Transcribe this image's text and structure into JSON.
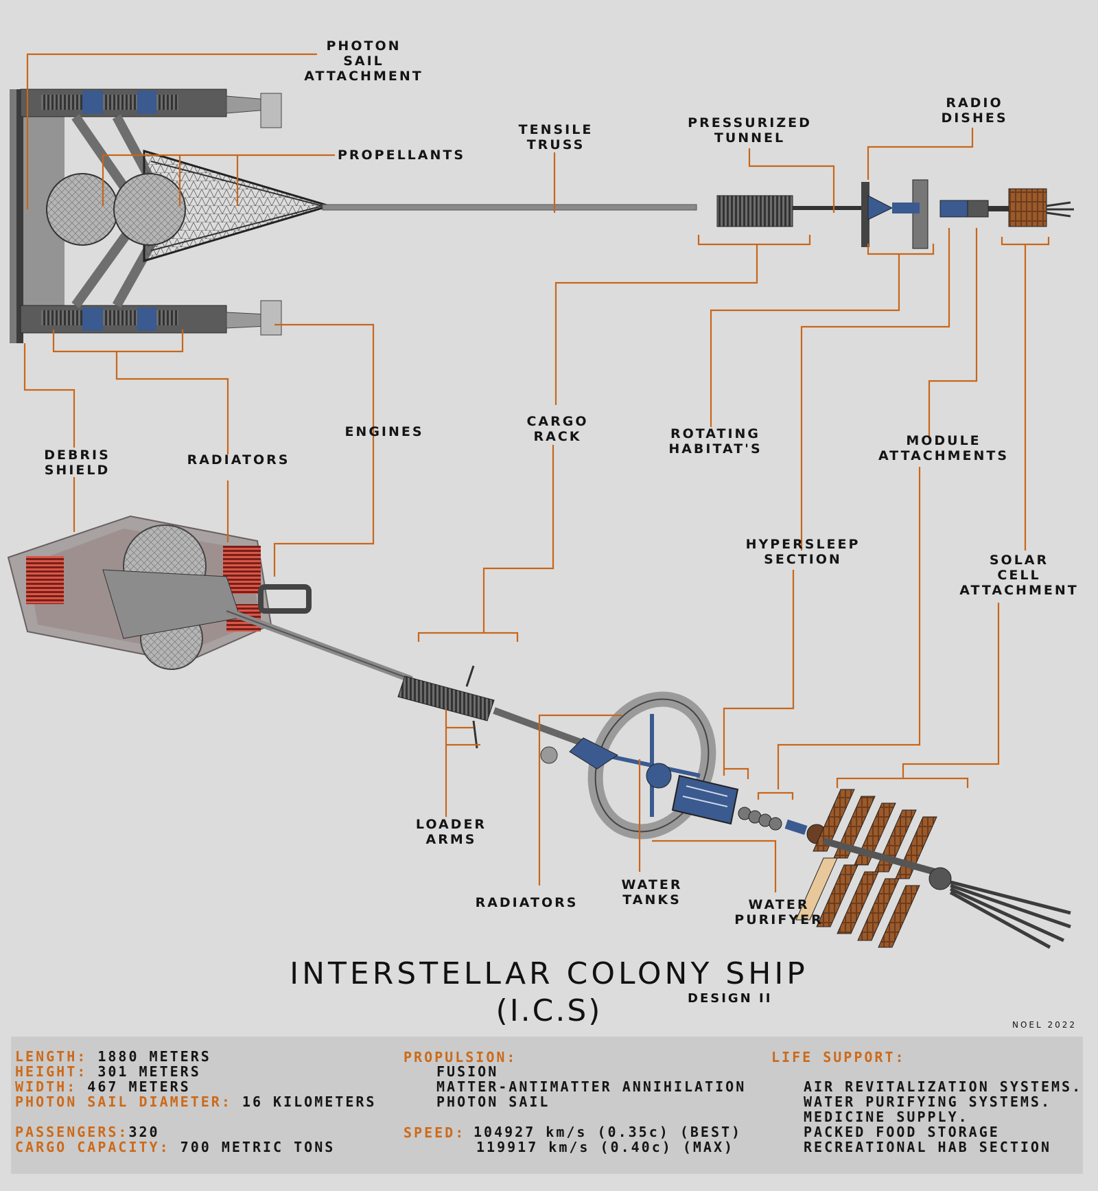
{
  "labels": {
    "photon_sail_attachment": "PHOTON\nSAIL\nATTACHMENT",
    "propellants": "PROPELLANTS",
    "tensile_truss": "TENSILE\nTRUSS",
    "pressurized_tunnel": "PRESSURIZED\nTUNNEL",
    "radio_dishes": "RADIO\nDISHES",
    "debris_shield": "DEBRIS\nSHIELD",
    "radiators_top": "RADIATORS",
    "engines": "ENGINES",
    "cargo_rack": "CARGO\nRACK",
    "rotating_habitats": "ROTATING\nHABITAT'S",
    "module_attachments": "MODULE\nATTACHMENTS",
    "hypersleep_section": "HYPERSLEEP\nSECTION",
    "solar_cell_attachment": "SOLAR\nCELL\nATTACHMENT",
    "loader_arms": "LOADER\nARMS",
    "radiators_bottom": "RADIATORS",
    "water_tanks": "WATER\nTANKS",
    "water_purifyer": "WATER\nPURIFYER"
  },
  "title": {
    "main": "INTERSTELLAR COLONY SHIP",
    "abbrev": "(I.C.S)",
    "design": "DESIGN II",
    "credit": "NOEL 2022"
  },
  "specs": {
    "length_label": "LENGTH:",
    "length_value": " 1880 METERS",
    "height_label": "HEIGHT:",
    "height_value": " 301 METERS",
    "width_label": "WIDTH:",
    "width_value": " 467 METERS",
    "sail_label": "PHOTON SAIL DIAMETER:",
    "sail_value": " 16 KILOMETERS",
    "passengers_label": "PASSENGERS:",
    "passengers_value": "320",
    "cargo_label": "CARGO CAPACITY:",
    "cargo_value": " 700 METRIC TONS",
    "propulsion_label": "PROPULSION:",
    "propulsion_items": [
      "FUSION",
      "MATTER-ANTIMATTER ANNIHILATION",
      "PHOTON SAIL"
    ],
    "speed_label": "SPEED:",
    "speed_best": "104927 km/s (0.35c) (BEST)",
    "speed_max": "119917 km/s (0.40c) (MAX)",
    "life_support_label": "LIFE SUPPORT:",
    "life_support_items": [
      "AIR REVITALIZATION SYSTEMS.",
      "WATER PURIFYING SYSTEMS.",
      "MEDICINE SUPPLY.",
      "PACKED FOOD STORAGE",
      "RECREATIONAL HAB SECTION"
    ]
  },
  "colors": {
    "background": "#dcdcdc",
    "leader_line": "#c8661a",
    "accent_text": "#cc6a1a",
    "hull_dark": "#3a3a3a",
    "hull_blue": "#3a5a90",
    "radiator_red": "#b83a2a",
    "solar_brown": "#7a4420"
  }
}
